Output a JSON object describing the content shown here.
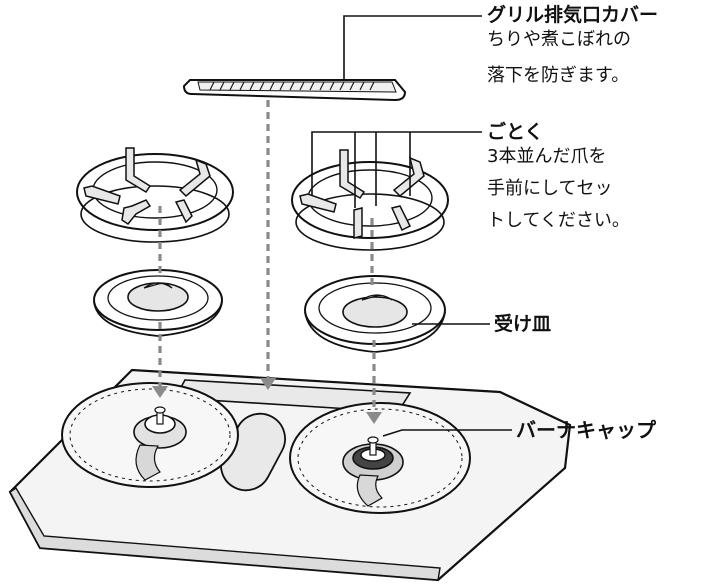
{
  "labels": {
    "grill_cover": {
      "title": "グリル排気口カバー",
      "desc": [
        "ちりや煮こぼれの",
        "落下を防ぎます。"
      ]
    },
    "trivet": {
      "title": "ごとく",
      "desc": [
        "3本並んだ爪を",
        "手前にしてセッ",
        "トしてください。"
      ]
    },
    "drip_pan": {
      "title": "受け皿"
    },
    "burner_cap": {
      "title": "バーナキャップ"
    }
  },
  "colors": {
    "line": "#111111",
    "arrow": "#8a8a8a",
    "plate": "#f3f3f3",
    "part": "#e6e6e6"
  }
}
